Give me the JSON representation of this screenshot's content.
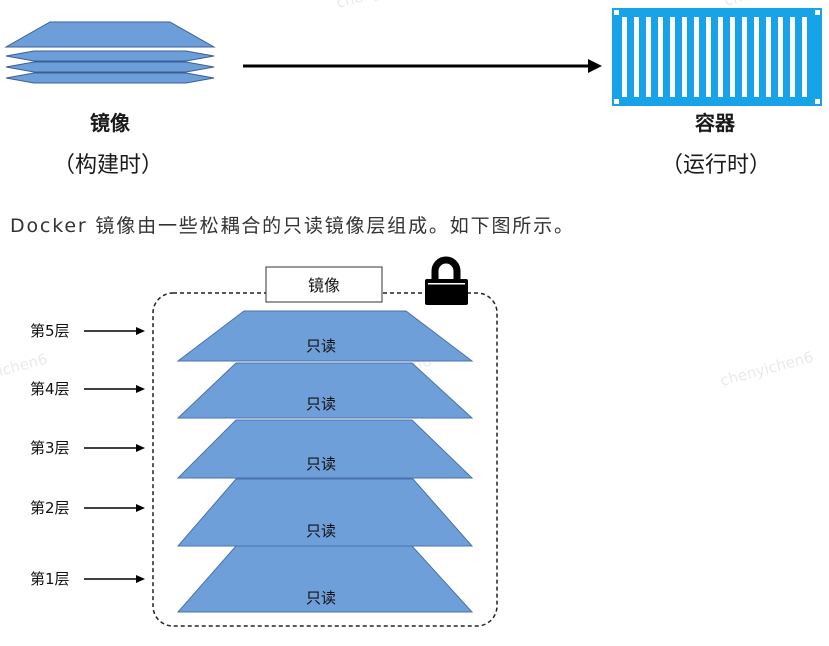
{
  "top": {
    "image": {
      "label": "镜像",
      "phase": "（构建时）",
      "icon": "image-layers-icon",
      "color": "#6c9fd9"
    },
    "container": {
      "label": "容器",
      "phase": "（运行时）",
      "icon": "shipping-container-icon",
      "color": "#17a3e8"
    },
    "arrow_icon": "right-arrow-icon"
  },
  "caption": "Docker 镜像由一些松耦合的只读镜像层组成。如下图所示。",
  "layer_diagram": {
    "image_label": "镜像",
    "lock_icon": "padlock-icon",
    "layer_color": "#6f9fd9",
    "layers": [
      {
        "name": "第5层",
        "content": "只读"
      },
      {
        "name": "第4层",
        "content": "只读"
      },
      {
        "name": "第3层",
        "content": "只读"
      },
      {
        "name": "第2层",
        "content": "只读"
      },
      {
        "name": "第1层",
        "content": "只读"
      }
    ]
  },
  "watermark": "chenyichen6"
}
